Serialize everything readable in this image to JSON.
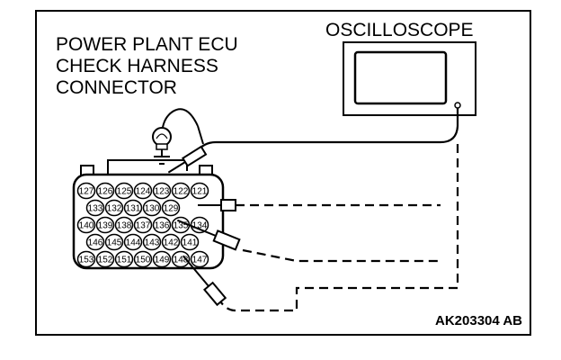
{
  "labels": {
    "connector_line1": "POWER PLANT ECU",
    "connector_line2": "CHECK HARNESS",
    "connector_line3": "CONNECTOR",
    "oscilloscope": "OSCILLOSCOPE",
    "figure_code": "AK203304 AB"
  },
  "connector": {
    "rows": [
      [
        "127",
        "126",
        "125",
        "124",
        "123",
        "122",
        "121"
      ],
      [
        "133",
        "132",
        "131",
        "130",
        "129"
      ],
      [
        "140",
        "139",
        "138",
        "137",
        "136",
        "135",
        "134"
      ],
      [
        "146",
        "145",
        "144",
        "143",
        "142",
        "141"
      ],
      [
        "153",
        "152",
        "151",
        "150",
        "149",
        "148",
        "147"
      ]
    ]
  },
  "icons": {
    "test_lamp": "test-lamp-icon",
    "ground": "ground-icon",
    "probe": "probe-icon"
  }
}
